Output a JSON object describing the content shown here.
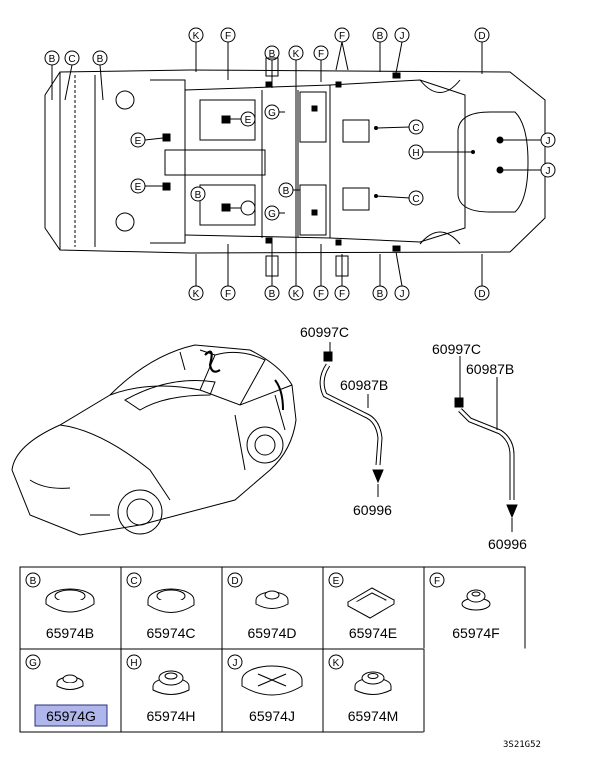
{
  "underbody": {
    "top_callouts": [
      "B",
      "C",
      "B",
      "K",
      "F",
      "B",
      "K",
      "F",
      "F",
      "B",
      "J",
      "D"
    ],
    "bottom_callouts": [
      "K",
      "F",
      "B",
      "K",
      "F",
      "F",
      "B",
      "J",
      "D"
    ],
    "side_callouts": [
      "E",
      "E",
      "E",
      "G",
      "B",
      "G",
      "B",
      "C",
      "H",
      "C",
      "J",
      "J"
    ]
  },
  "detail_left": {
    "top_part": "60997C",
    "hose_part": "60987B",
    "bottom_part": "60996"
  },
  "detail_right": {
    "top_part": "60997C",
    "hose_part": "60987B",
    "bottom_part": "60996"
  },
  "parts_table": {
    "cells": [
      {
        "letter": "B",
        "part": "65974B"
      },
      {
        "letter": "C",
        "part": "65974C"
      },
      {
        "letter": "D",
        "part": "65974D"
      },
      {
        "letter": "E",
        "part": "65974E"
      },
      {
        "letter": "F",
        "part": "65974F"
      },
      {
        "letter": "G",
        "part": "65974G",
        "highlight": true
      },
      {
        "letter": "H",
        "part": "65974H"
      },
      {
        "letter": "J",
        "part": "65974J"
      },
      {
        "letter": "K",
        "part": "65974M"
      }
    ]
  },
  "figure_code": "3S21G52"
}
